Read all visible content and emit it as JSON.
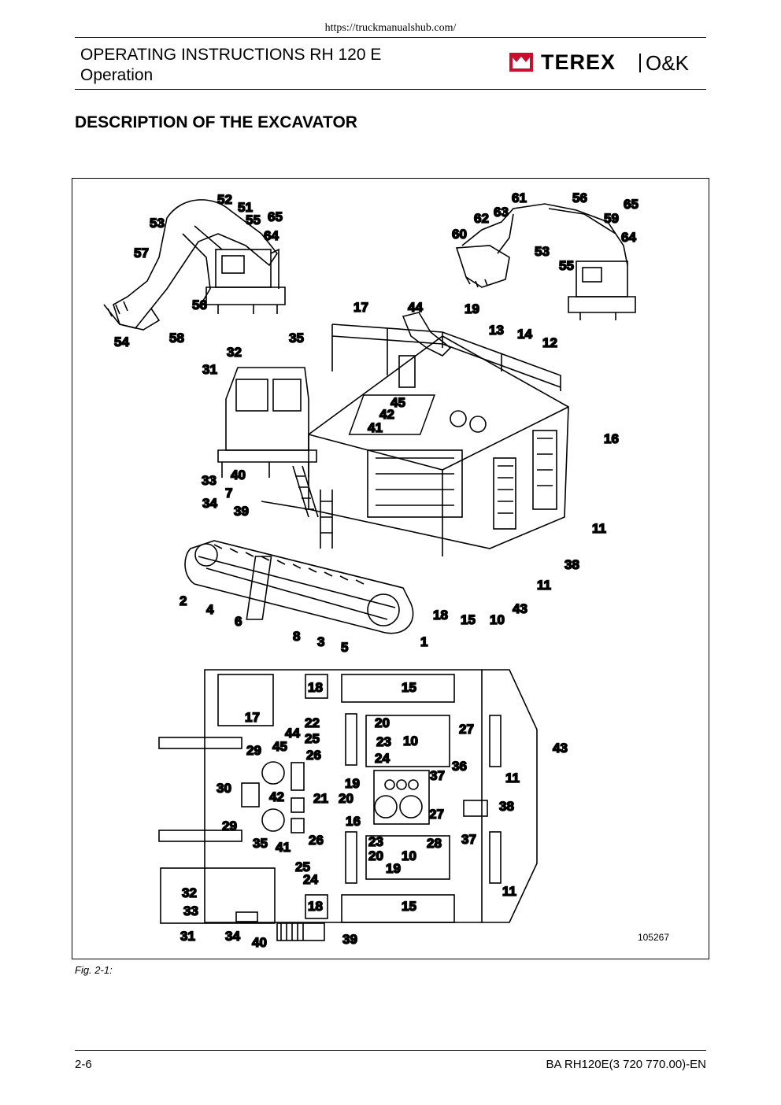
{
  "header": {
    "url": "https://truckmanualshub.com/",
    "title_line1": "OPERATING INSTRUCTIONS RH 120 E",
    "title_line2": "Operation",
    "logo_brand": "TEREX",
    "logo_sub": "O&K"
  },
  "section_title": "DESCRIPTION OF THE EXCAVATOR",
  "figure": {
    "id_number": "105267",
    "caption": "Fig. 2-1:",
    "callouts_front_shovel": [
      "52",
      "51",
      "53",
      "55",
      "65",
      "64",
      "57",
      "56",
      "54",
      "58"
    ],
    "callouts_backhoe": [
      "61",
      "56",
      "65",
      "62",
      "63",
      "59",
      "60",
      "64",
      "53",
      "55"
    ],
    "callouts_main": [
      "17",
      "44",
      "19",
      "13",
      "14",
      "12",
      "35",
      "32",
      "31",
      "45",
      "42",
      "41",
      "16",
      "40",
      "33",
      "7",
      "34",
      "39",
      "11",
      "38",
      "11",
      "2",
      "4",
      "6",
      "18",
      "15",
      "10",
      "43",
      "8",
      "3",
      "5",
      "1"
    ],
    "callouts_plan": [
      "18",
      "15",
      "17",
      "22",
      "20",
      "44",
      "25",
      "23",
      "10",
      "27",
      "26",
      "24",
      "45",
      "29",
      "43",
      "37",
      "36",
      "11",
      "30",
      "42",
      "21",
      "20",
      "19",
      "38",
      "16",
      "27",
      "29",
      "35",
      "41",
      "26",
      "23",
      "28",
      "37",
      "20",
      "10",
      "25",
      "19",
      "24",
      "11",
      "32",
      "33",
      "18",
      "15",
      "31",
      "34",
      "40",
      "39"
    ]
  },
  "footer": {
    "page": "2-6",
    "doc_code": "BA RH120E(3 720 770.00)-EN"
  }
}
